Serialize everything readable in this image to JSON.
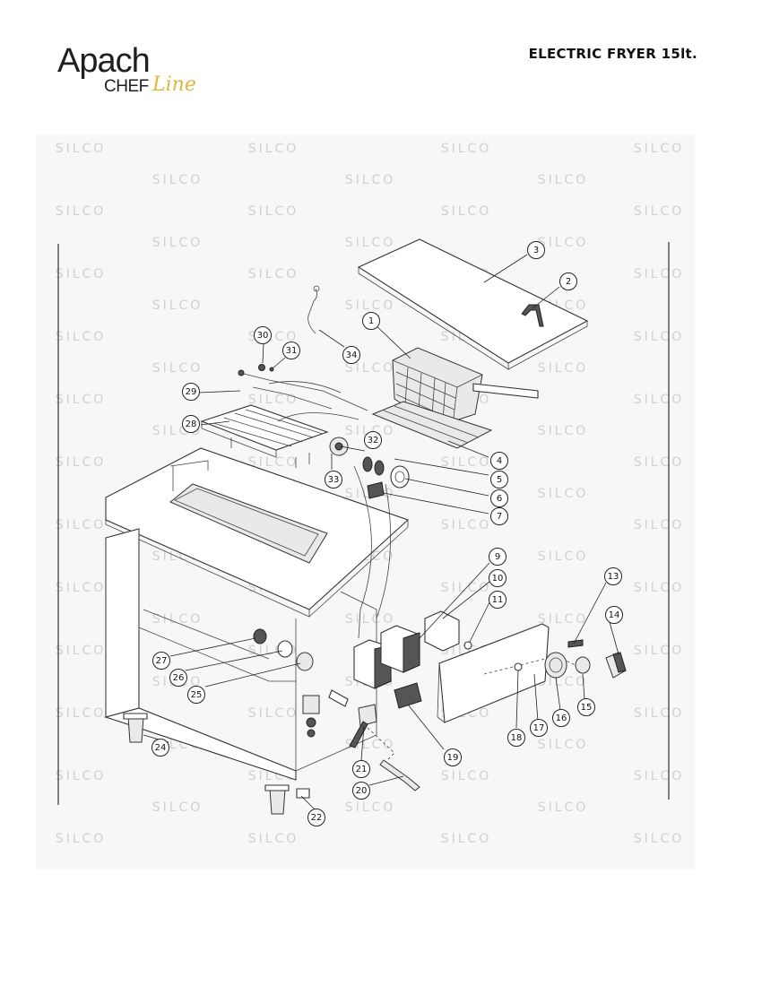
{
  "header": {
    "logo_brand": "Apach",
    "logo_chef": "CHEF",
    "logo_line": "Line",
    "title": "ELECTRIC FRYER 15lt."
  },
  "watermark": {
    "text": "SILCO"
  },
  "diagram": {
    "callouts": [
      "1",
      "2",
      "3",
      "4",
      "5",
      "6",
      "7",
      "9",
      "10",
      "11",
      "13",
      "14",
      "15",
      "16",
      "17",
      "18",
      "19",
      "20",
      "21",
      "22",
      "24",
      "25",
      "26",
      "27",
      "28",
      "29",
      "30",
      "31",
      "32",
      "33",
      "34"
    ]
  }
}
